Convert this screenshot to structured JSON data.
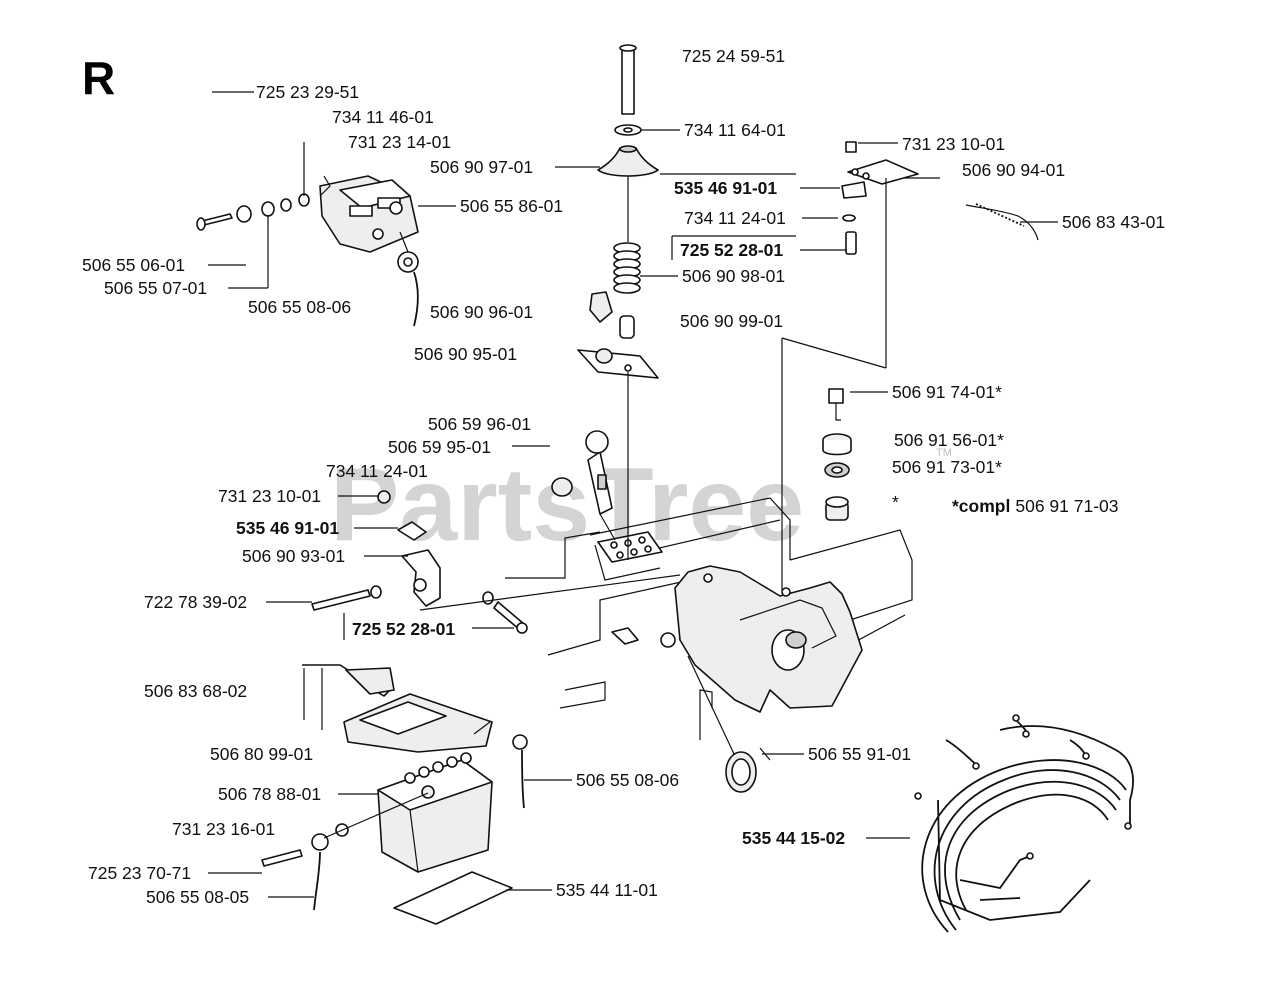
{
  "diagram": {
    "section_letter": "R",
    "watermark": "PartsTree",
    "trademark": "TM",
    "kit_label": {
      "prefix": "*compl",
      "part": "506 91 71-03"
    },
    "callouts": [
      {
        "id": "c1",
        "text": "725 24 59-51",
        "bold": false
      },
      {
        "id": "c2",
        "text": "725 23 29-51",
        "bold": false
      },
      {
        "id": "c3",
        "text": "734 11 46-01",
        "bold": false
      },
      {
        "id": "c4",
        "text": "731 23 14-01",
        "bold": false
      },
      {
        "id": "c5",
        "text": "734 11 64-01",
        "bold": false
      },
      {
        "id": "c6",
        "text": "731 23 10-01",
        "bold": false
      },
      {
        "id": "c7",
        "text": "506 90 97-01",
        "bold": false
      },
      {
        "id": "c8",
        "text": "506 90 94-01",
        "bold": false
      },
      {
        "id": "c9",
        "text": "535 46 91-01",
        "bold": true
      },
      {
        "id": "c10",
        "text": "506 55 86-01",
        "bold": false
      },
      {
        "id": "c11",
        "text": "734 11 24-01",
        "bold": false
      },
      {
        "id": "c12",
        "text": "506 83 43-01",
        "bold": false
      },
      {
        "id": "c13",
        "text": "725 52 28-01",
        "bold": true
      },
      {
        "id": "c14",
        "text": "506 55 06-01",
        "bold": false
      },
      {
        "id": "c15",
        "text": "506 90 98-01",
        "bold": false
      },
      {
        "id": "c16",
        "text": "506 55 07-01",
        "bold": false
      },
      {
        "id": "c17",
        "text": "506 55 08-06",
        "bold": false
      },
      {
        "id": "c18",
        "text": "506 90 96-01",
        "bold": false
      },
      {
        "id": "c19",
        "text": "506 90 99-01",
        "bold": false
      },
      {
        "id": "c20",
        "text": "506 90 95-01",
        "bold": false
      },
      {
        "id": "c21",
        "text": "506 91 74-01*",
        "bold": false
      },
      {
        "id": "c22",
        "text": "506 59 96-01",
        "bold": false
      },
      {
        "id": "c23",
        "text": "506 59 95-01",
        "bold": false
      },
      {
        "id": "c24",
        "text": "506 91 56-01*",
        "bold": false
      },
      {
        "id": "c25",
        "text": "734 11 24-01",
        "bold": false
      },
      {
        "id": "c26",
        "text": "506 91 73-01*",
        "bold": false
      },
      {
        "id": "c27",
        "text": "731 23 10-01",
        "bold": false
      },
      {
        "id": "c28",
        "text": "*",
        "bold": false
      },
      {
        "id": "c29",
        "text": "535 46 91-01",
        "bold": true
      },
      {
        "id": "c30",
        "text": "506 90 93-01",
        "bold": false
      },
      {
        "id": "c31",
        "text": "722 78 39-02",
        "bold": false
      },
      {
        "id": "c32",
        "text": "725 52 28-01",
        "bold": true
      },
      {
        "id": "c33",
        "text": "506 83 68-02",
        "bold": false
      },
      {
        "id": "c34",
        "text": "506 80 99-01",
        "bold": false
      },
      {
        "id": "c35",
        "text": "506 55 91-01",
        "bold": false
      },
      {
        "id": "c36",
        "text": "506 78 88-01",
        "bold": false
      },
      {
        "id": "c37",
        "text": "506 55 08-06",
        "bold": false
      },
      {
        "id": "c38",
        "text": "731 23 16-01",
        "bold": false
      },
      {
        "id": "c39",
        "text": "535 44 15-02",
        "bold": true
      },
      {
        "id": "c40",
        "text": "725 23 70-71",
        "bold": false
      },
      {
        "id": "c41",
        "text": "506 55 08-05",
        "bold": false
      },
      {
        "id": "c42",
        "text": "535 44 11-01",
        "bold": false
      }
    ]
  }
}
